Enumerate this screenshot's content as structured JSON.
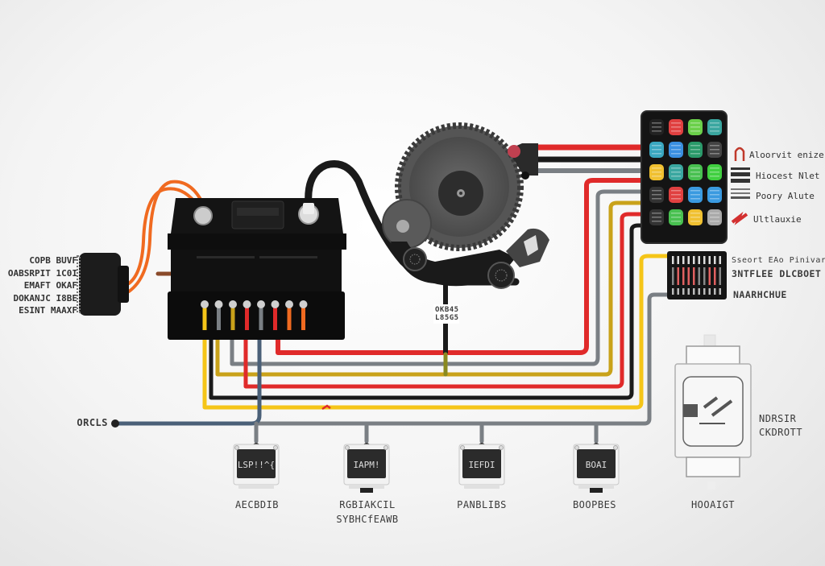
{
  "diagram": {
    "title": "",
    "components": {
      "left_connector": {
        "labels": [
          "COPB BUVF",
          "OABSRPIT 1C0I",
          "EMAFT OKAF",
          "DOKANJC I8BE",
          "ESINT MAAXF"
        ]
      },
      "battery": {
        "name": "battery"
      },
      "alternator": {
        "name": "alternator"
      },
      "belt_label": [
        "OKB45",
        "L85G5"
      ],
      "fuse_box": {
        "legend": [
          {
            "icon": "relay-icon",
            "label": "Aloorvit enize",
            "color": "#c0392b"
          },
          {
            "icon": "fuse-strip-icon",
            "label": "Hiocest Nlet",
            "color": "#333333"
          },
          {
            "icon": "switch-strip-icon",
            "label": "Poory Alute",
            "color": "#777777"
          },
          {
            "icon": "wire-icon",
            "label": "Ultlauxie",
            "color": "#d32f2f"
          }
        ],
        "fuse_colors": [
          [
            "#222222",
            "#e04040",
            "#6ad04a",
            "#3aa7a0"
          ],
          [
            "#3aa7c0",
            "#3a8fe0",
            "#2a9a6a",
            "#444444"
          ],
          [
            "#f0c030",
            "#3aa7a0",
            "#48c050",
            "#40d040"
          ],
          [
            "#333333",
            "#e04040",
            "#3a9ae0",
            "#3a9ae0"
          ],
          [
            "#333333",
            "#48c050",
            "#f0c030",
            "#aaaaaa"
          ]
        ]
      },
      "relay_module": {
        "labels": [
          "Sseort EAo Pinivar",
          "3NTFLEE DLCBOET",
          "NAARHCHUE"
        ]
      },
      "ground": {
        "label": "ORCLS"
      },
      "output_modules": [
        {
          "screen": "LSP!!^{",
          "label": [
            "AECBDIB"
          ]
        },
        {
          "screen": "IAPM!",
          "label": [
            "RGBIAKCIL",
            "SYBHCfEAWB"
          ]
        },
        {
          "screen": "IEFDI",
          "label": [
            "PANBLIBS"
          ]
        },
        {
          "screen": "BOAI",
          "label": [
            "BOOPBES"
          ]
        }
      ],
      "switch_module": {
        "side_label": [
          "NDRSIR",
          "CKDROTT"
        ],
        "bottom_label": "HOOAIGT"
      }
    },
    "wire_colors": {
      "red": "#e02a2a",
      "yellow": "#f5c518",
      "mustard": "#c9a21a",
      "black": "#1a1a1a",
      "gray": "#7a7f84",
      "blue_gray": "#4a6078",
      "orange": "#f06a20"
    }
  }
}
